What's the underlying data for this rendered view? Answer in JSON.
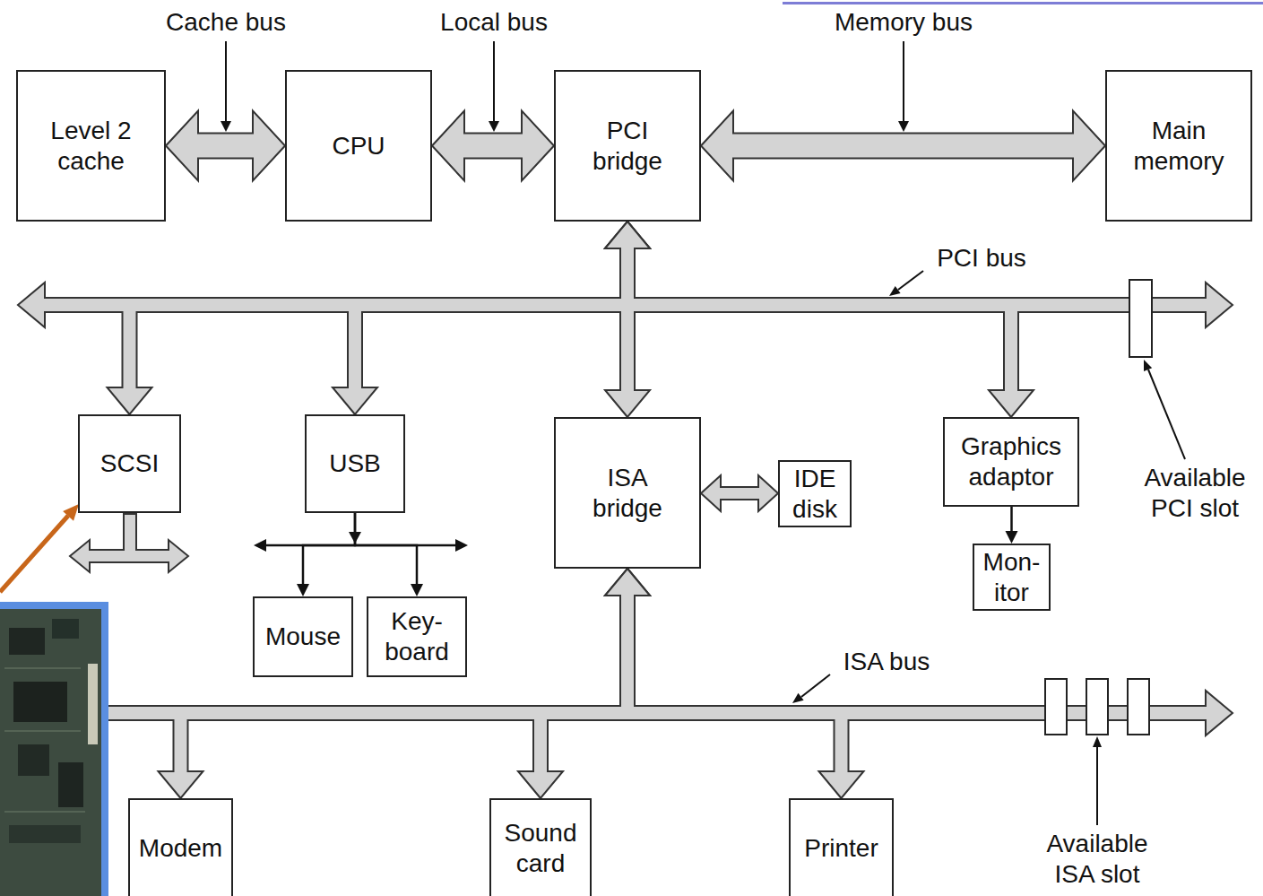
{
  "diagram": {
    "nodes": [
      {
        "text": [
          "Level 2 cache"
        ]
      },
      {
        "text": [
          "CPU"
        ]
      },
      {
        "text": [
          "PCI bridge"
        ]
      },
      {
        "text": [
          "Main memory"
        ]
      },
      {
        "text": [
          "SCSI"
        ]
      },
      {
        "text": [
          "USB"
        ]
      },
      {
        "text": [
          "ISA bridge"
        ]
      },
      {
        "text": [
          "IDE disk"
        ]
      },
      {
        "text": [
          "Graphics adaptor"
        ]
      },
      {
        "text": [
          "Mon- itor"
        ]
      },
      {
        "text": [
          "Mouse"
        ]
      },
      {
        "text": [
          "Key- board"
        ]
      },
      {
        "text": [
          "Modem"
        ]
      },
      {
        "text": [
          "Sound card"
        ]
      },
      {
        "text": [
          "Printer"
        ]
      }
    ],
    "edges": [
      {
        "from": 0,
        "to": 1,
        "arrow": "both"
      },
      {
        "from": 1,
        "to": 2,
        "arrow": "both"
      },
      {
        "from": 2,
        "to": 3,
        "arrow": "both"
      },
      {
        "from": 2,
        "to": 4,
        "arrow": "both"
      },
      {
        "from": 2,
        "to": 5,
        "arrow": "both"
      },
      {
        "from": 2,
        "to": 6,
        "arrow": "both"
      },
      {
        "from": 2,
        "to": 8,
        "arrow": "both"
      },
      {
        "from": 6,
        "to": 7,
        "arrow": "both"
      },
      {
        "from": 8,
        "to": 9,
        "arrow": "to"
      },
      {
        "from": 5,
        "to": 10,
        "arrow": "to"
      },
      {
        "from": 5,
        "to": 11,
        "arrow": "to"
      },
      {
        "from": 6,
        "to": 12,
        "arrow": "both"
      },
      {
        "from": 6,
        "to": 13,
        "arrow": "both"
      },
      {
        "from": 6,
        "to": 14,
        "arrow": "both"
      }
    ],
    "labels": [
      "Cache bus",
      "Local bus",
      "Memory bus",
      "PCI bus",
      "Available PCI slot",
      "ISA bus",
      "Available ISA slot"
    ]
  }
}
